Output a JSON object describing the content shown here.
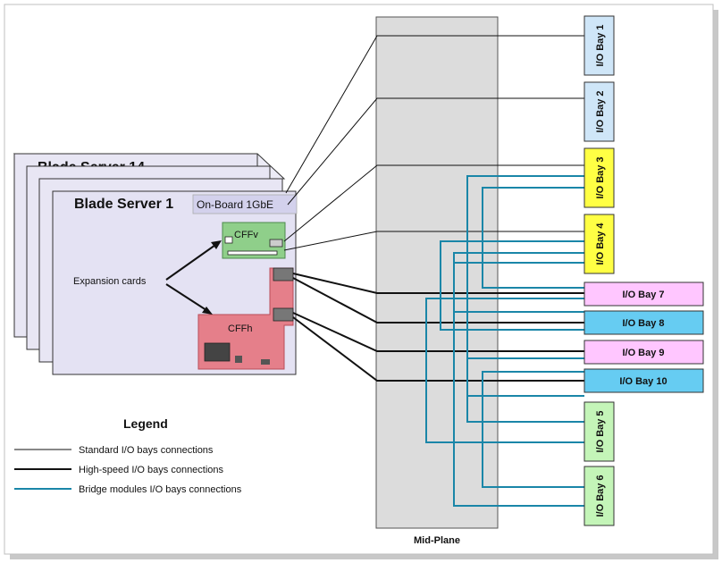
{
  "blade_servers": {
    "back": "Blade Server 14",
    "front": "Blade Server 1",
    "onboard": "On-Board 1GbE"
  },
  "cards": {
    "cffv": "CFFv",
    "cffh": "CFFh",
    "expansion": "Expansion cards"
  },
  "midplane": {
    "label": "Mid-Plane"
  },
  "bays": [
    {
      "id": "bay1",
      "label": "I/O Bay 1",
      "color": "#cfe6f8"
    },
    {
      "id": "bay2",
      "label": "I/O Bay 2",
      "color": "#cfe6f8"
    },
    {
      "id": "bay3",
      "label": "I/O Bay 3",
      "color": "#ffff44"
    },
    {
      "id": "bay4",
      "label": "I/O Bay 4",
      "color": "#ffff44"
    },
    {
      "id": "bay7",
      "label": "I/O Bay 7",
      "color": "#ffc6ff"
    },
    {
      "id": "bay8",
      "label": "I/O Bay 8",
      "color": "#66ccf2"
    },
    {
      "id": "bay9",
      "label": "I/O Bay 9",
      "color": "#ffc6ff"
    },
    {
      "id": "bay10",
      "label": "I/O Bay 10",
      "color": "#66ccf2"
    },
    {
      "id": "bay5",
      "label": "I/O Bay 5",
      "color": "#c4f5b8"
    },
    {
      "id": "bay6",
      "label": "I/O Bay 6",
      "color": "#c4f5b8"
    }
  ],
  "legend": {
    "title": "Legend",
    "items": [
      {
        "label": "Standard I/O bays connections",
        "color": "#111111"
      },
      {
        "label": "High-speed I/O bays connections",
        "color": "#111111"
      },
      {
        "label": "Bridge modules I/O bays connections",
        "color": "#1a86a8"
      }
    ]
  },
  "colors": {
    "bridge": "#1a86a8",
    "cffv_board": "#8fcf8a",
    "cffh_board": "#e57f8a",
    "midplane": "#dcdcdc",
    "blade_face": "#e4e2f3"
  }
}
